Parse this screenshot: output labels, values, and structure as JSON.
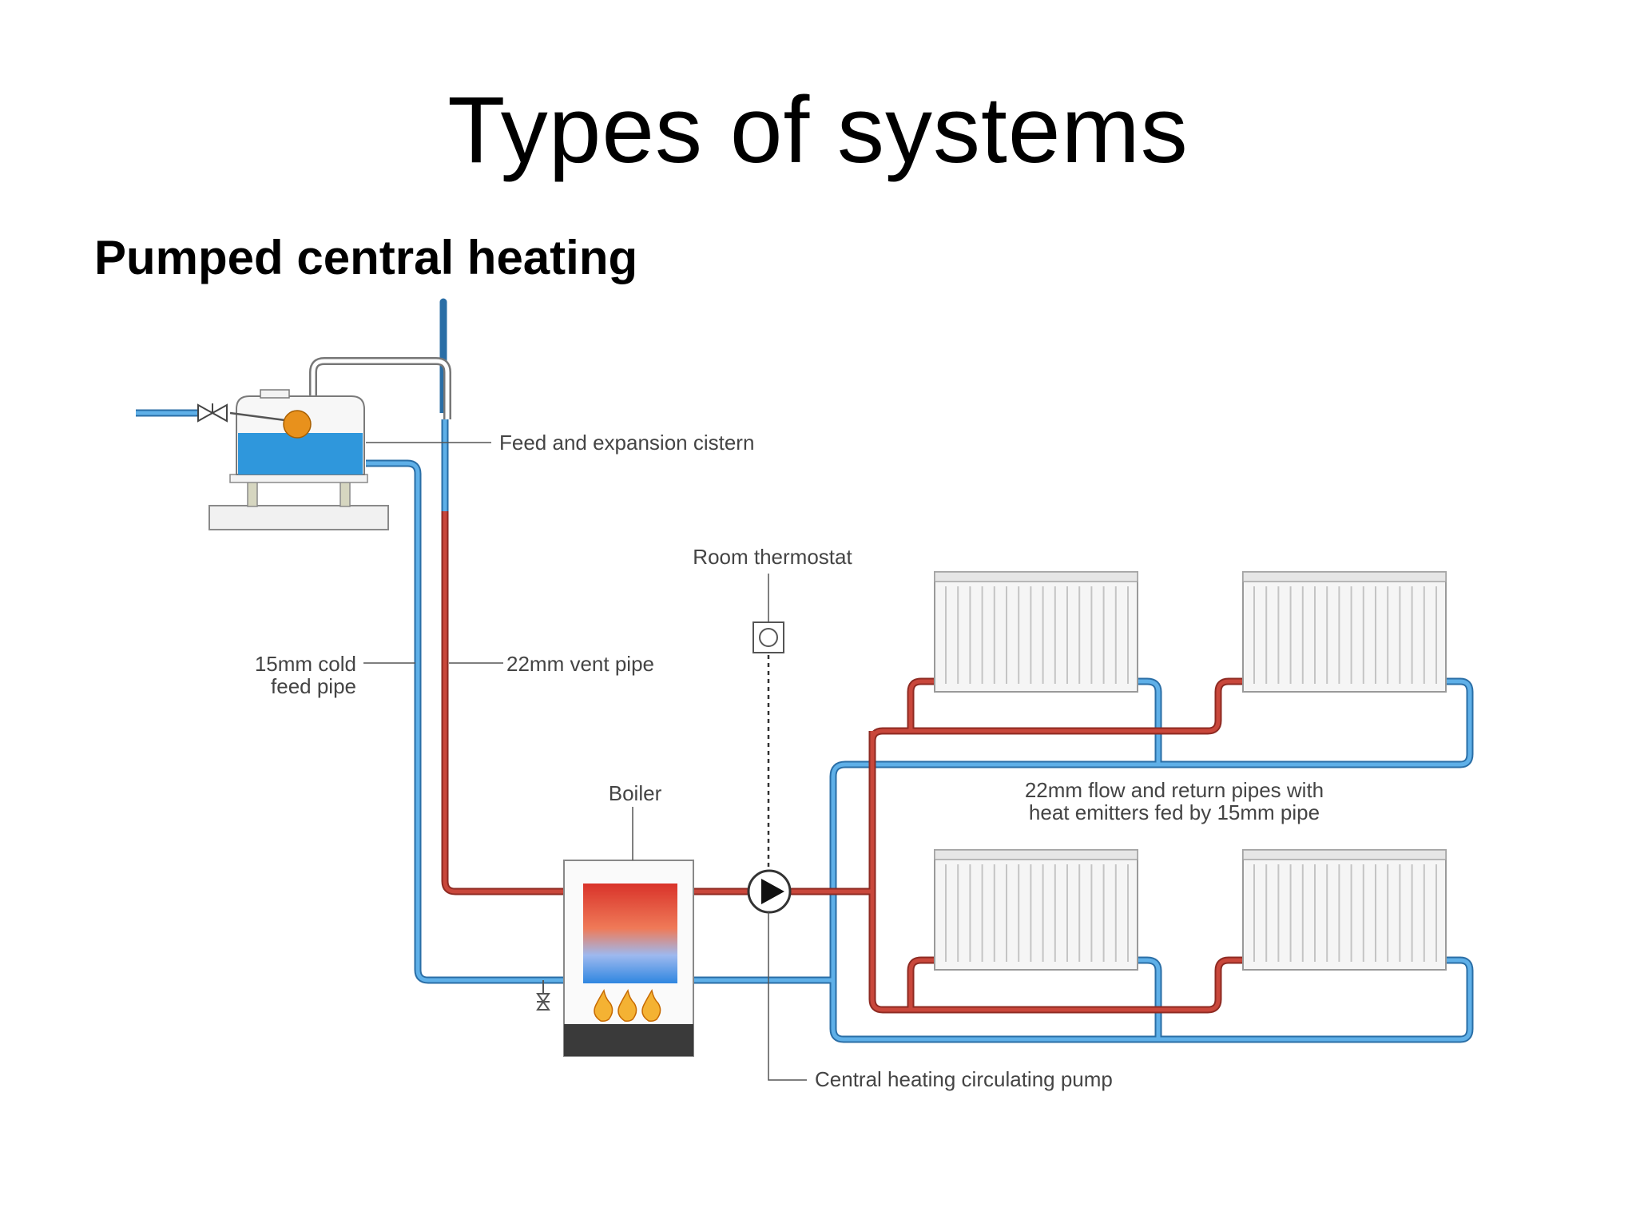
{
  "title": "Types of systems",
  "subtitle": "Pumped central heating",
  "labels": {
    "cistern": "Feed and expansion cistern",
    "thermostat": "Room thermostat",
    "cold_feed_1": "15mm cold",
    "cold_feed_2": "feed pipe",
    "vent_pipe": "22mm vent pipe",
    "boiler": "Boiler",
    "pipes_1": "22mm flow and return pipes with",
    "pipes_2": "heat emitters fed by 15mm pipe",
    "pump": "Central heating circulating pump"
  },
  "colors": {
    "flow_pipe": "#b3352c",
    "return_pipe": "#3b87c4",
    "water": "#2f97dc",
    "float": "#e8911c",
    "boiler_base": "#3a3a3a"
  }
}
